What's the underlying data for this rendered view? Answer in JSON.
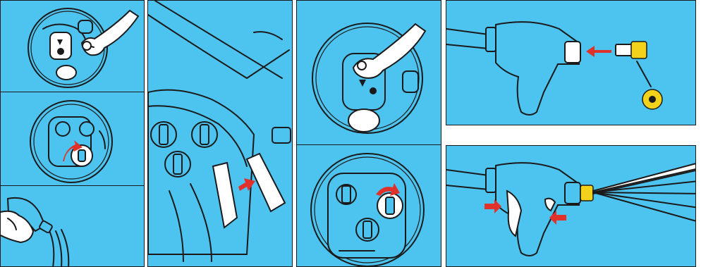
{
  "figure": {
    "background_color": "#ffffff",
    "panel_color": "#4dc3ef",
    "line_color": "#1a1a1a",
    "arrow_color": "#e0322b",
    "nozzle_color": "#f2d21b"
  },
  "panels": [
    {
      "id": "p1",
      "icon": "hand-turning-left-knob-icon"
    },
    {
      "id": "p2",
      "icon": "knob-rotation-arrow-icon"
    },
    {
      "id": "p3",
      "icon": "gun-water-flow-icon"
    },
    {
      "id": "p4",
      "icon": "hose-connection-detail-icon"
    },
    {
      "id": "p5",
      "icon": "hand-turning-right-knob-icon"
    },
    {
      "id": "p6",
      "icon": "knob-clockwise-arrow-icon"
    },
    {
      "id": "p7",
      "icon": "nozzle-insertion-icon"
    },
    {
      "id": "p8",
      "icon": "gun-spray-trigger-icon"
    }
  ]
}
